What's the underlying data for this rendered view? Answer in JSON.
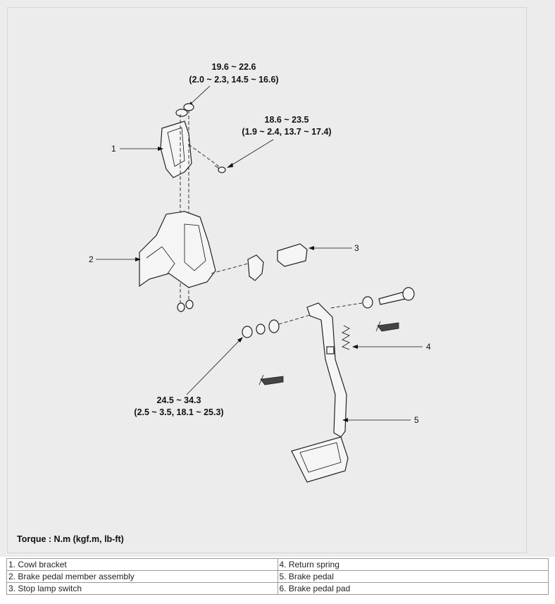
{
  "torque_specs": {
    "top_nut": {
      "line1": "19.6 ~ 22.6",
      "line2": "(2.0 ~ 2.3, 14.5 ~ 16.6)"
    },
    "side_bolt": {
      "line1": "18.6 ~ 23.5",
      "line2": "(1.9 ~ 2.4, 13.7 ~ 17.4)"
    },
    "pivot_nut": {
      "line1": "24.5 ~ 34.3",
      "line2": "(2.5 ~ 3.5, 18.1 ~ 25.3)"
    }
  },
  "callouts": [
    "1",
    "2",
    "3",
    "4",
    "5"
  ],
  "torque_note": "Torque : N.m (kgf.m, lb-ft)",
  "legend": [
    [
      "1. Cowl bracket",
      "4. Return spring"
    ],
    [
      "2. Brake pedal member assembly",
      "5. Brake pedal"
    ],
    [
      "3. Stop lamp switch",
      "6. Brake pedal pad"
    ]
  ]
}
